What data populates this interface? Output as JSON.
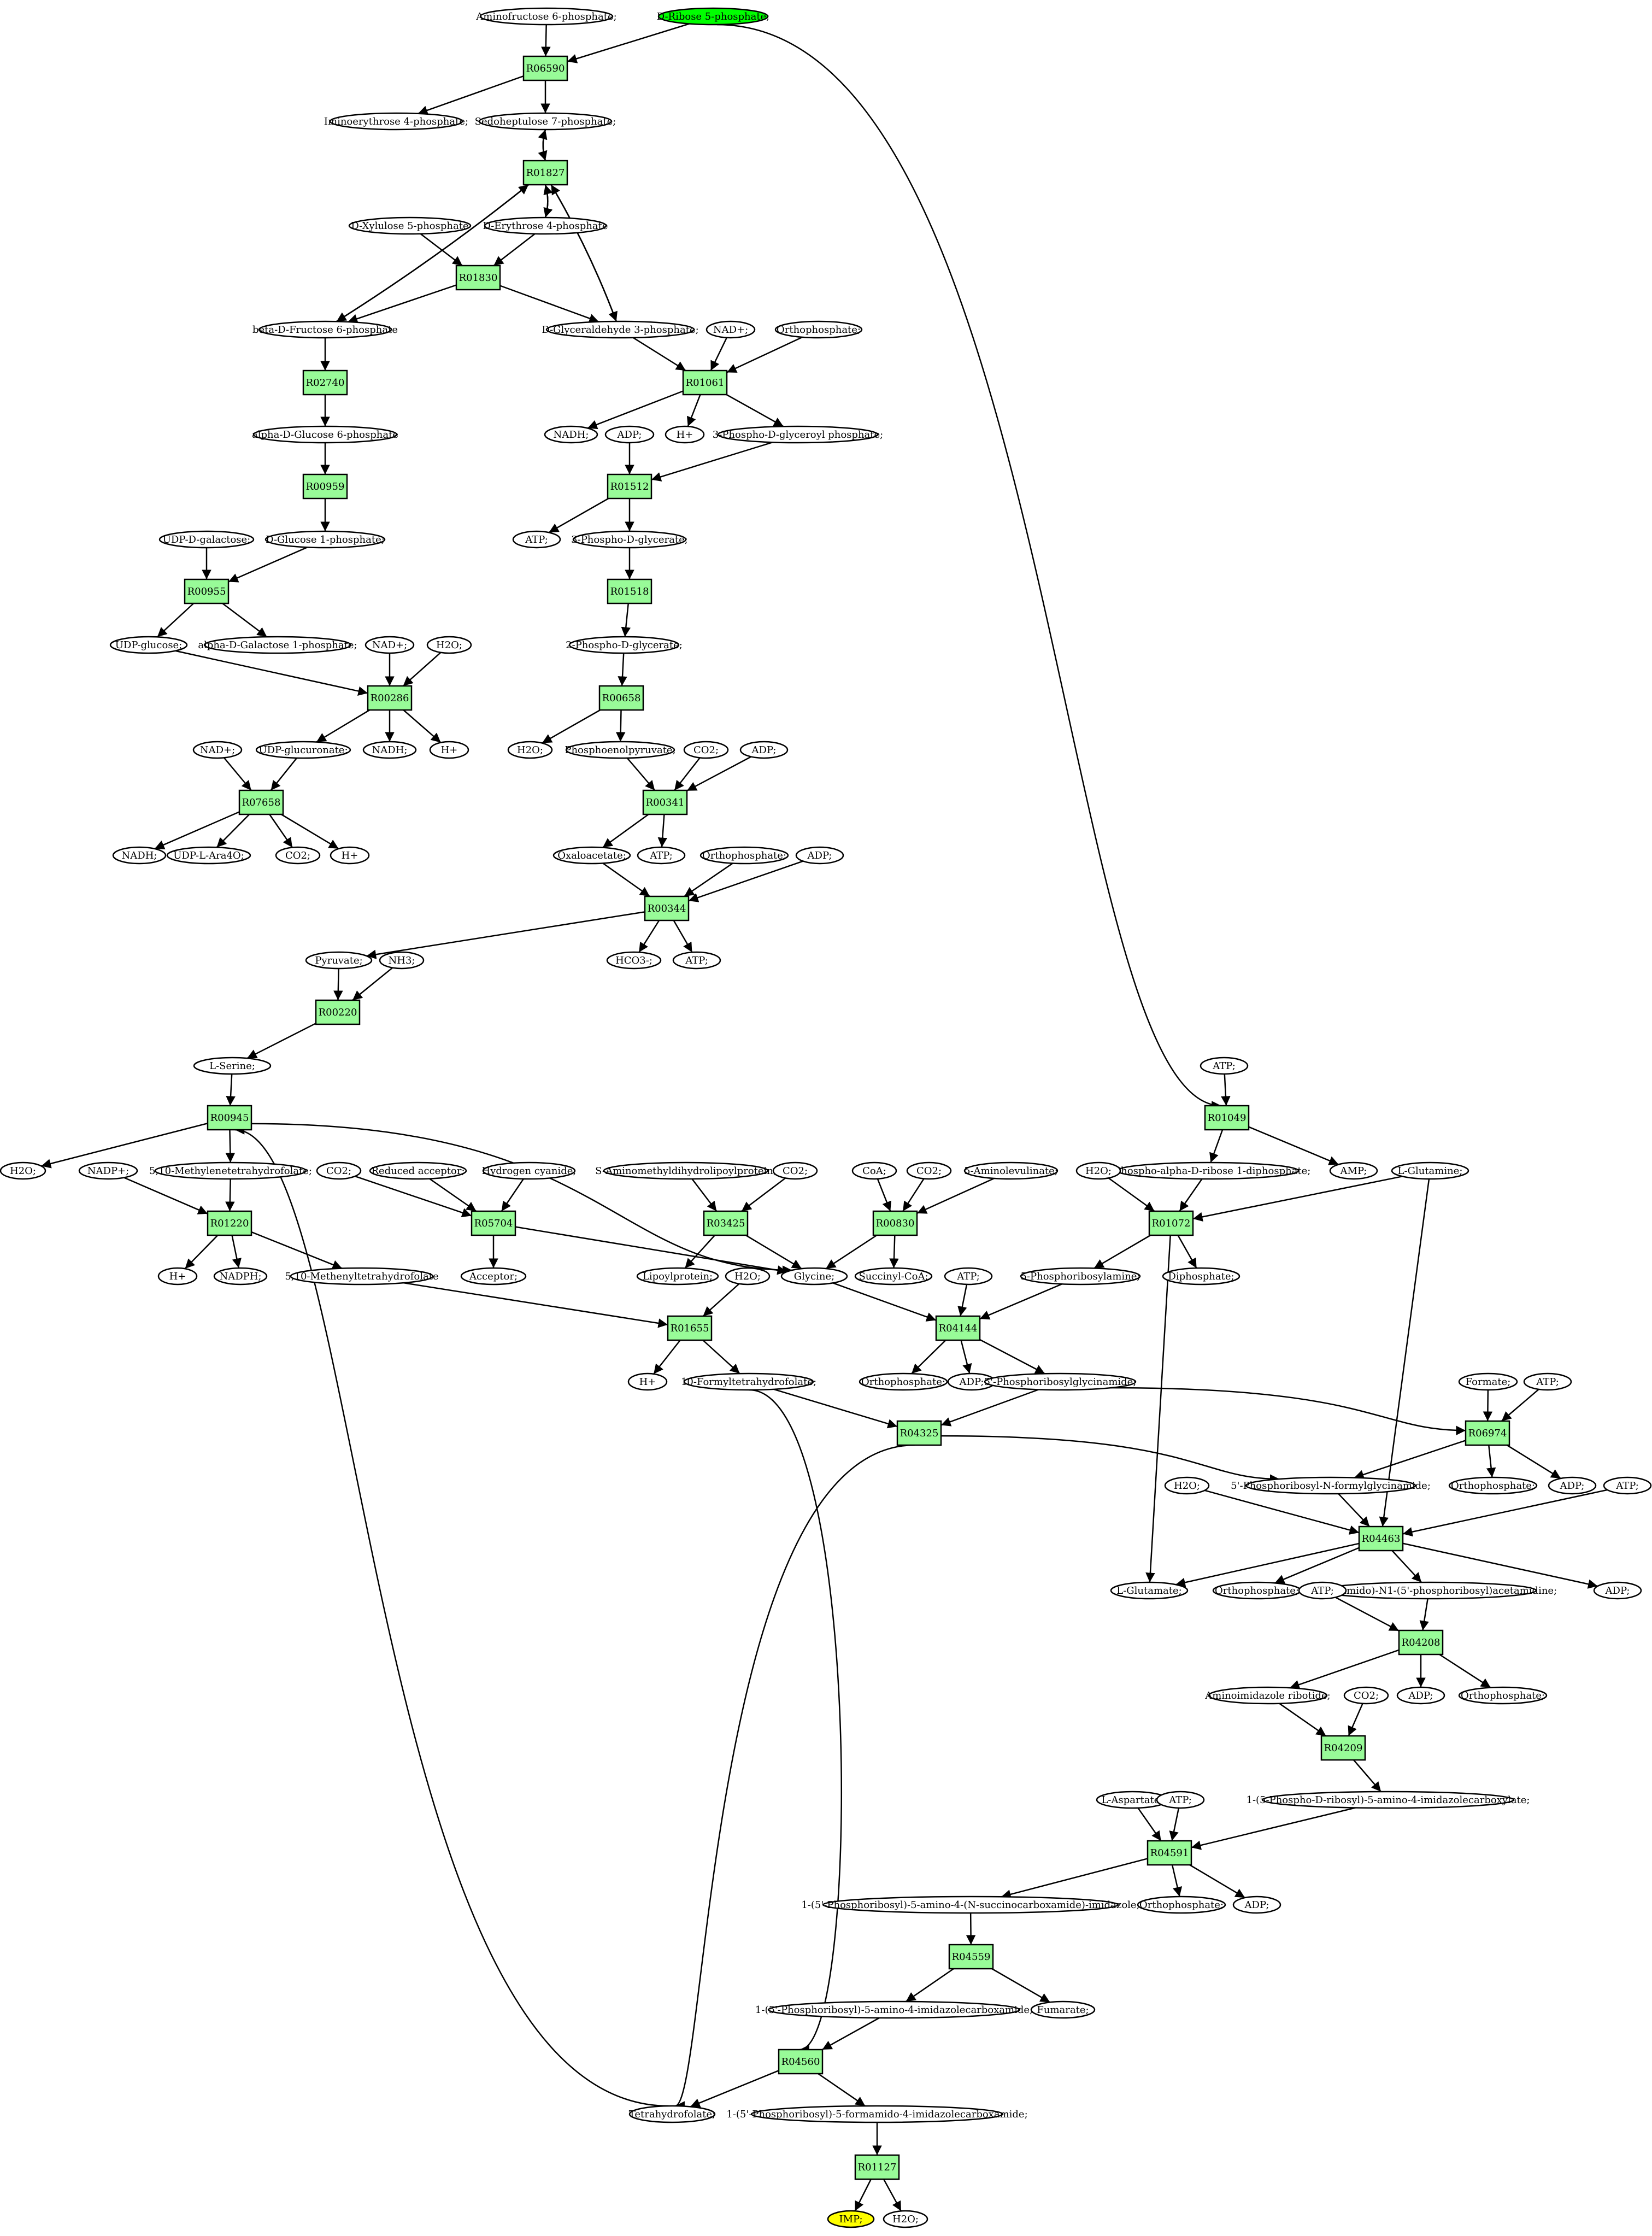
{
  "colors": {
    "reaction": "#98fb98",
    "reaction_alt": "#add8e6",
    "source": "#00ff00",
    "target": "#ffff00",
    "metabolite": "#ffffff",
    "stroke": "#000000"
  },
  "nodes": {
    "m_aminofructose6p": "Aminofructose 6-phosphate;",
    "m_ribose5p": "D-Ribose 5-phosphate;",
    "r_R06590": "R06590",
    "m_iminoerythrose4p": "Iminoerythrose 4-phosphate;",
    "m_sedoheptulose7p": "Sedoheptulose 7-phosphate;",
    "r_R01827": "R01827",
    "m_xylulose5p": "D-Xylulose 5-phosphate",
    "m_erythrose4p": "D-Erythrose 4-phosphate",
    "r_R01830": "R01830",
    "m_fructose6p": "beta-D-Fructose 6-phosphate",
    "m_gap": "D-Glyceraldehyde 3-phosphate;",
    "m_nadp_1": "NAD+;",
    "m_pi_1": "Orthophosphate;",
    "r_R02740": "R02740",
    "r_R01061": "R01061",
    "m_glucose6p": "alpha-D-Glucose 6-phosphate",
    "m_nadh_1": "NADH;",
    "m_adp_1": "ADP;",
    "m_hplus_1": "H+",
    "m_bpg": "3-Phospho-D-glyceroyl phosphate;",
    "r_R00959": "R00959",
    "r_R01512": "R01512",
    "m_udpgal": "UDP-D-galactose;",
    "m_glucose1p": "D-Glucose 1-phosphate;",
    "m_atp_1": "ATP;",
    "m_3pg": "3-Phospho-D-glycerate;",
    "r_R00955": "R00955",
    "r_R01518": "R01518",
    "m_udpglc": "UDP-glucose;",
    "m_gal1p": "alpha-D-Galactose 1-phosphate;",
    "m_nadp_2": "NAD+;",
    "m_h2o_1": "H2O;",
    "m_2pg": "2-Phospho-D-glycerate;",
    "r_R00286": "R00286",
    "r_R00658": "R00658",
    "m_nadp_3": "NAD+;",
    "m_udpglcua": "UDP-glucuronate;",
    "m_nadh_2": "NADH;",
    "m_hplus_2": "H+",
    "m_h2o_2": "H2O;",
    "m_pep": "Phosphoenolpyruvate;",
    "m_co2_1": "CO2;",
    "m_adp_2": "ADP;",
    "r_R07658": "R07658",
    "r_R00341": "R00341",
    "m_nadh_3": "NADH;",
    "m_udpara": "UDP-L-Ara4O;",
    "m_co2_2": "CO2;",
    "m_hplus_3": "H+",
    "m_oaa": "Oxaloacetate;",
    "m_atp_2": "ATP;",
    "m_pi_2": "Orthophosphate;",
    "m_adp_3": "ADP;",
    "r_R00344": "R00344",
    "m_pyruvate": "Pyruvate;",
    "m_nh3": "NH3;",
    "m_hco3": "HCO3-;",
    "m_atp_3": "ATP;",
    "r_R00220": "R00220",
    "m_serine": "L-Serine;",
    "m_atp_4": "ATP;",
    "r_R00945": "R00945",
    "r_R01049": "R01049",
    "m_h2o_3": "H2O;",
    "m_nadp_4": "NADP+;",
    "m_mthf": "5,10-Methylenetetrahydrofolate;",
    "m_co2_3": "CO2;",
    "m_redacc": "Reduced acceptor;",
    "m_hcn": "Hydrogen cyanide;",
    "m_samlp": "S-Aminomethyldihydrolipoylprotein;",
    "m_co2_4": "CO2;",
    "m_coa": "CoA;",
    "m_co2_5": "CO2;",
    "m_ala5": "5-Aminolevulinate;",
    "m_prpp": "5-Phospho-alpha-D-ribose 1-diphosphate;",
    "m_amp": "AMP;",
    "m_h2o_4": "H2O;",
    "m_gln": "L-Glutamine;",
    "r_R01220": "R01220",
    "r_R05704": "R05704",
    "r_R03425": "R03425",
    "r_R00830": "R00830",
    "r_R01072": "R01072",
    "m_hplus_4": "H+",
    "m_nadph": "NADPH;",
    "m_methenylthf": "5,10-Methenyltetrahydrofolate",
    "m_acceptor": "Acceptor;",
    "m_lipoprot": "Lipoylprotein;",
    "m_h2o_5": "H2O;",
    "m_glycine": "Glycine;",
    "m_succoa": "Succinyl-CoA;",
    "m_atp_5": "ATP;",
    "m_pra": "5-Phosphoribosylamine;",
    "m_ppi": "Diphosphate;",
    "r_R01655": "R01655",
    "r_R04144": "R04144",
    "m_hplus_5": "H+",
    "m_fthf": "10-Formyltetrahydrofolate;",
    "m_pi_3": "Orthophosphate;",
    "m_adp_4": "ADP;",
    "m_gar": "5'-Phosphoribosylglycinamide;",
    "m_formate": "Formate;",
    "m_atp_6": "ATP;",
    "r_R04325": "R04325",
    "r_R06974": "R06974",
    "m_h2o_6": "H2O;",
    "m_fgar": "5'-Phosphoribosyl-N-formylglycinamide;",
    "m_pi_4": "Orthophosphate;",
    "m_adp_5": "ADP;",
    "m_atp_7": "ATP;",
    "r_R04463": "R04463",
    "m_glu": "L-Glutamate;",
    "m_pi_5": "Orthophosphate;",
    "m_fgam": "2-(Formamido)-N1-(5'-phosphoribosyl)acetamidine;",
    "m_adp_6": "ADP;",
    "m_atp_8": "ATP;",
    "r_R04208": "R04208",
    "m_air": "Aminoimidazole ribotide;",
    "m_adp_7": "ADP;",
    "m_pi_6": "Orthophosphate;",
    "m_co2_6": "CO2;",
    "r_R04209": "R04209",
    "m_cair": "1-(5-Phospho-D-ribosyl)-5-amino-4-imidazolecarboxylate;",
    "m_asp": "L-Aspartate;",
    "m_atp_9": "ATP;",
    "r_R04591": "R04591",
    "m_saicar": "1-(5'-Phosphoribosyl)-5-amino-4-(N-succinocarboxamide)-imidazole;",
    "m_pi_7": "Orthophosphate;",
    "m_adp_8": "ADP;",
    "r_R04559": "R04559",
    "m_aicar": "1-(5'-Phosphoribosyl)-5-amino-4-imidazolecarboxamide;",
    "m_fumarate": "Fumarate;",
    "r_R04560": "R04560",
    "m_thf": "Tetrahydrofolate;",
    "m_faicar": "1-(5'-Phosphoribosyl)-5-formamido-4-imidazolecarboxamide;",
    "r_R01127": "R01127",
    "m_imp": "IMP;",
    "m_h2o_7": "H2O;"
  }
}
